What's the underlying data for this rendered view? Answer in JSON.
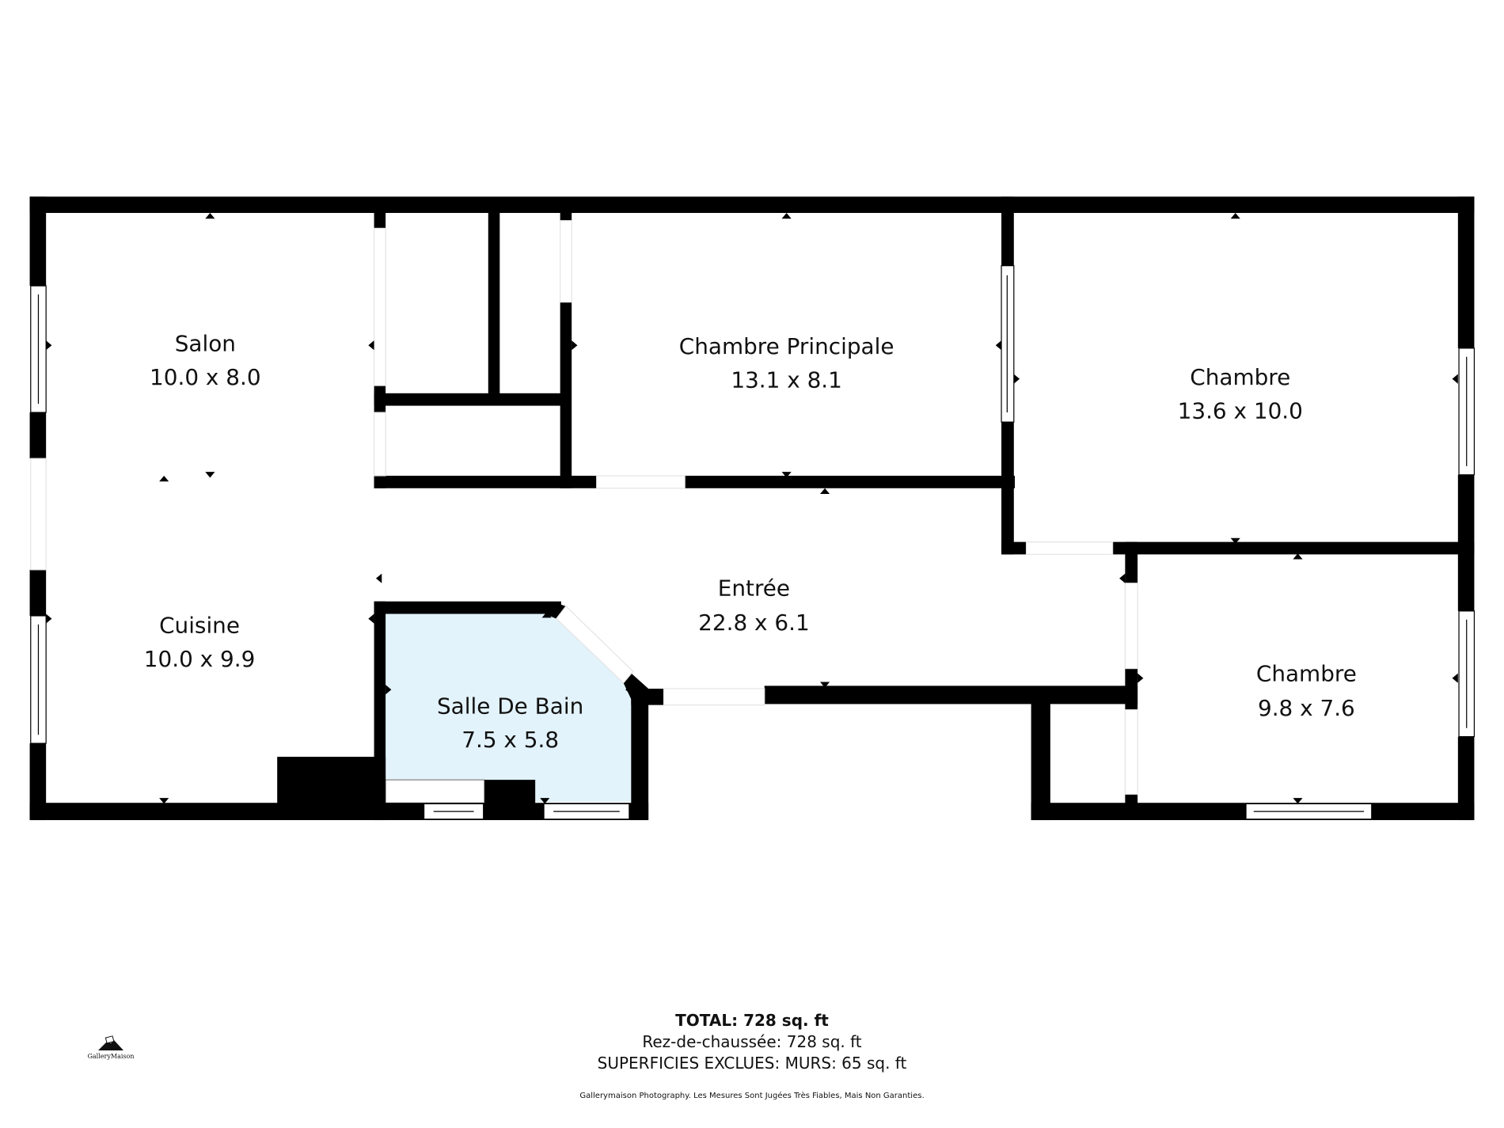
{
  "floorplan": {
    "rooms": [
      {
        "name": "Salon",
        "dimensions": "10.0 x 8.0"
      },
      {
        "name": "Cuisine",
        "dimensions": "10.0 x 9.9"
      },
      {
        "name": "Chambre Principale",
        "dimensions": "13.1 x 8.1"
      },
      {
        "name": "Chambre",
        "dimensions": "13.6 x 10.0"
      },
      {
        "name": "Entrée",
        "dimensions": "22.8 x 6.1"
      },
      {
        "name": "Salle De Bain",
        "dimensions": "7.5 x 5.8",
        "highlight_color": "#E3F3FC"
      },
      {
        "name": "Chambre",
        "dimensions": "9.8 x 7.6"
      }
    ],
    "wall_color": "#000000"
  },
  "summary": {
    "total": "TOTAL: 728 sq. ft",
    "floor": "Rez-de-chaussée: 728 sq. ft",
    "excluded": "SUPERFICIES EXCLUES: MURS: 65 sq. ft",
    "disclaimer": "Gallerymaison Photography. Les Mesures Sont Jugées Très Fiables, Mais Non Garanties."
  },
  "logo": {
    "icon": "house-roof-icon",
    "name": "GalleryMaison"
  }
}
